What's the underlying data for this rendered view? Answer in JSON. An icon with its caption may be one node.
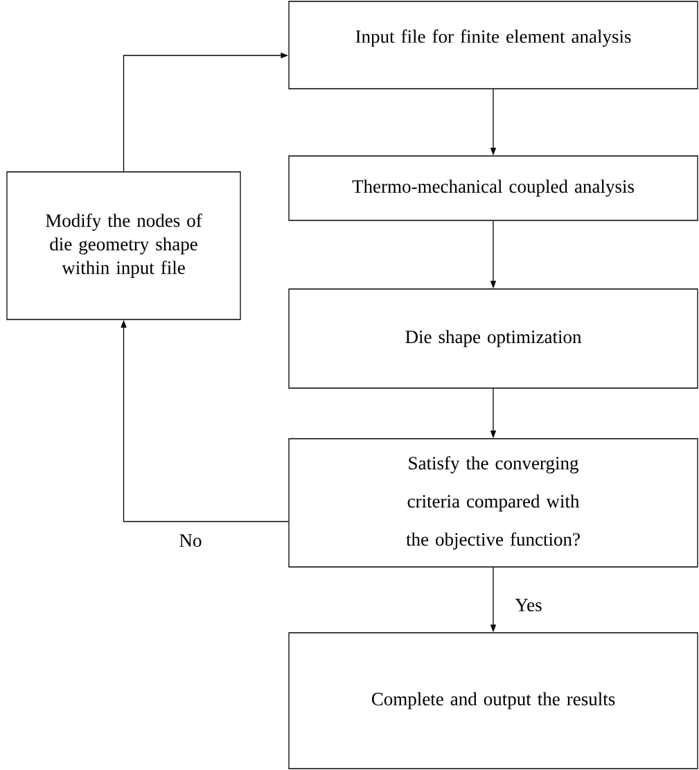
{
  "diagram": {
    "nodes": [
      {
        "text": [
          "Input file for finite element analysis"
        ]
      },
      {
        "text": [
          "Thermo-mechanical coupled analysis"
        ]
      },
      {
        "text": [
          "Die shape optimization"
        ]
      },
      {
        "text": [
          "Satisfy the converging criteria compared with the objective function?"
        ]
      },
      {
        "text": [
          "Complete and output the results"
        ]
      },
      {
        "text": [
          "Modify the nodes of die geometry shape within input file"
        ]
      }
    ],
    "edges": [
      {
        "from": 0,
        "to": 1,
        "arrow": "to"
      },
      {
        "from": 1,
        "to": 2,
        "arrow": "to"
      },
      {
        "from": 2,
        "to": 3,
        "arrow": "to"
      },
      {
        "from": 3,
        "to": 4,
        "arrow": "to",
        "label": "Yes"
      },
      {
        "from": 3,
        "to": 5,
        "arrow": "to",
        "label": "No"
      },
      {
        "from": 5,
        "to": 0,
        "arrow": "to"
      }
    ]
  }
}
